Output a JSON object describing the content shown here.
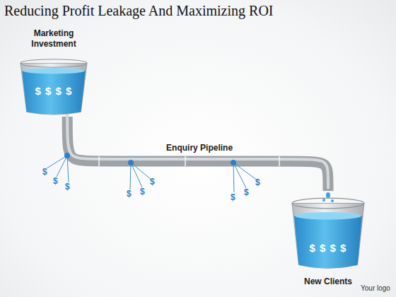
{
  "diagram": {
    "title": "Reducing Profit Leakage And Maximizing ROI",
    "nodes": [
      {
        "text": [
          "Marketing Investment",
          "$ $ $ $"
        ]
      },
      {
        "text": [
          "New Clients",
          "$ $ $ $"
        ]
      }
    ],
    "edges": [
      {
        "from": 0,
        "to": 1,
        "arrow": "none",
        "label": "Enquiry Pipeline"
      }
    ],
    "labels": [
      "$",
      "$",
      "$",
      "$",
      "$",
      "$",
      "$",
      "$",
      "$",
      "Your logo"
    ]
  }
}
